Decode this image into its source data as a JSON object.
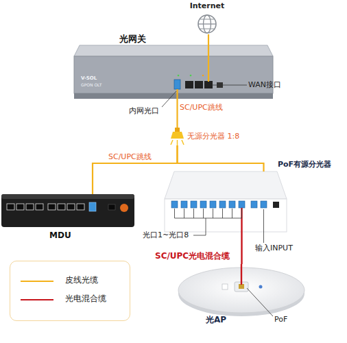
{
  "diagram": {
    "nodes": [
      {
        "text": [
          "Internet"
        ]
      },
      {
        "text": [
          "光网关",
          "V-SOL",
          "GPON OLT"
        ]
      },
      {
        "text": [
          "无源分光器 1:8"
        ]
      },
      {
        "text": [
          "PoF有源分光器"
        ]
      },
      {
        "text": [
          "MDU"
        ]
      },
      {
        "text": [
          "光AP"
        ]
      }
    ],
    "edges": [
      {
        "from": 0,
        "to": 1,
        "arrow": "none"
      },
      {
        "from": 1,
        "to": 2,
        "arrow": "none",
        "label": "SC/UPC跳线"
      },
      {
        "from": 2,
        "to": 3,
        "arrow": "none"
      },
      {
        "from": 2,
        "to": 4,
        "arrow": "none",
        "label": "SC/UPC跳线"
      },
      {
        "from": 3,
        "to": 5,
        "arrow": "none",
        "label": "SC/UPC光电混合缆"
      }
    ],
    "labels": [
      "WAN接口",
      "内网光口",
      "光口1~光口8",
      "输入INPUT",
      "PoF"
    ],
    "legend": [
      {
        "text": "皮线光缆"
      },
      {
        "text": "光电混合缆"
      }
    ]
  }
}
